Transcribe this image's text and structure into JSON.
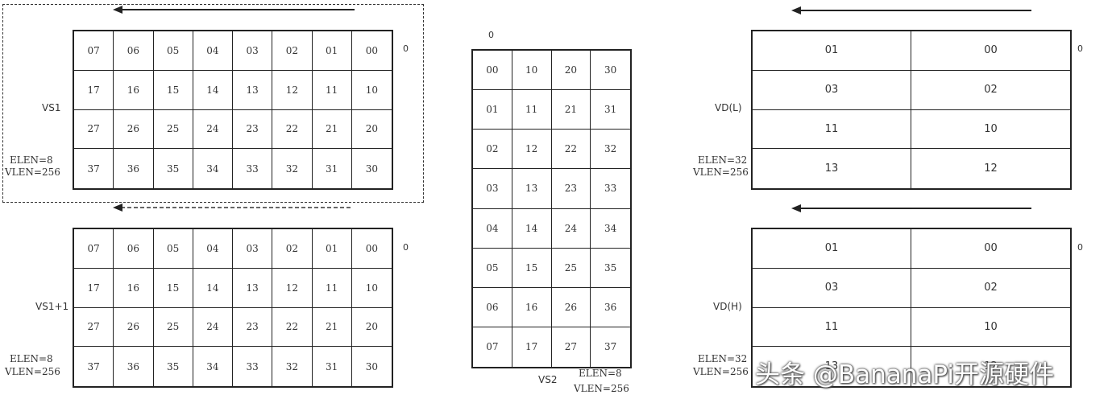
{
  "vs1": {
    "label": "VS1",
    "elen": "ELEN=8",
    "vlen": "VLEN=256",
    "zero": "0",
    "rows": [
      [
        "07",
        "06",
        "05",
        "04",
        "03",
        "02",
        "01",
        "00"
      ],
      [
        "17",
        "16",
        "15",
        "14",
        "13",
        "12",
        "11",
        "10"
      ],
      [
        "27",
        "26",
        "25",
        "24",
        "23",
        "22",
        "21",
        "20"
      ],
      [
        "37",
        "36",
        "35",
        "34",
        "33",
        "32",
        "31",
        "30"
      ]
    ]
  },
  "vs1p1": {
    "label": "VS1+1",
    "elen": "ELEN=8",
    "vlen": "VLEN=256",
    "zero": "0",
    "rows": [
      [
        "07",
        "06",
        "05",
        "04",
        "03",
        "02",
        "01",
        "00"
      ],
      [
        "17",
        "16",
        "15",
        "14",
        "13",
        "12",
        "11",
        "10"
      ],
      [
        "27",
        "26",
        "25",
        "24",
        "23",
        "22",
        "21",
        "20"
      ],
      [
        "37",
        "36",
        "35",
        "34",
        "33",
        "32",
        "31",
        "30"
      ]
    ]
  },
  "vs2": {
    "label": "VS2",
    "elen": "ELEN=8",
    "vlen": "VLEN=256",
    "zero": "0",
    "rows": [
      [
        "00",
        "10",
        "20",
        "30"
      ],
      [
        "01",
        "11",
        "21",
        "31"
      ],
      [
        "02",
        "12",
        "22",
        "32"
      ],
      [
        "03",
        "13",
        "23",
        "33"
      ],
      [
        "04",
        "14",
        "24",
        "34"
      ],
      [
        "05",
        "15",
        "25",
        "35"
      ],
      [
        "06",
        "16",
        "26",
        "36"
      ],
      [
        "07",
        "17",
        "27",
        "37"
      ]
    ]
  },
  "vdl": {
    "label": "VD(L)",
    "elen": "ELEN=32",
    "vlen": "VLEN=256",
    "zero": "0",
    "rows": [
      [
        "01",
        "00"
      ],
      [
        "03",
        "02"
      ],
      [
        "11",
        "10"
      ],
      [
        "13",
        "12"
      ]
    ]
  },
  "vdh": {
    "label": "VD(H)",
    "elen": "ELEN=32",
    "vlen": "VLEN=256",
    "zero": "0",
    "rows": [
      [
        "01",
        "00"
      ],
      [
        "03",
        "02"
      ],
      [
        "11",
        "10"
      ],
      [
        "13",
        "12"
      ]
    ]
  },
  "watermark": "头条 @BananaPi开源硬件"
}
